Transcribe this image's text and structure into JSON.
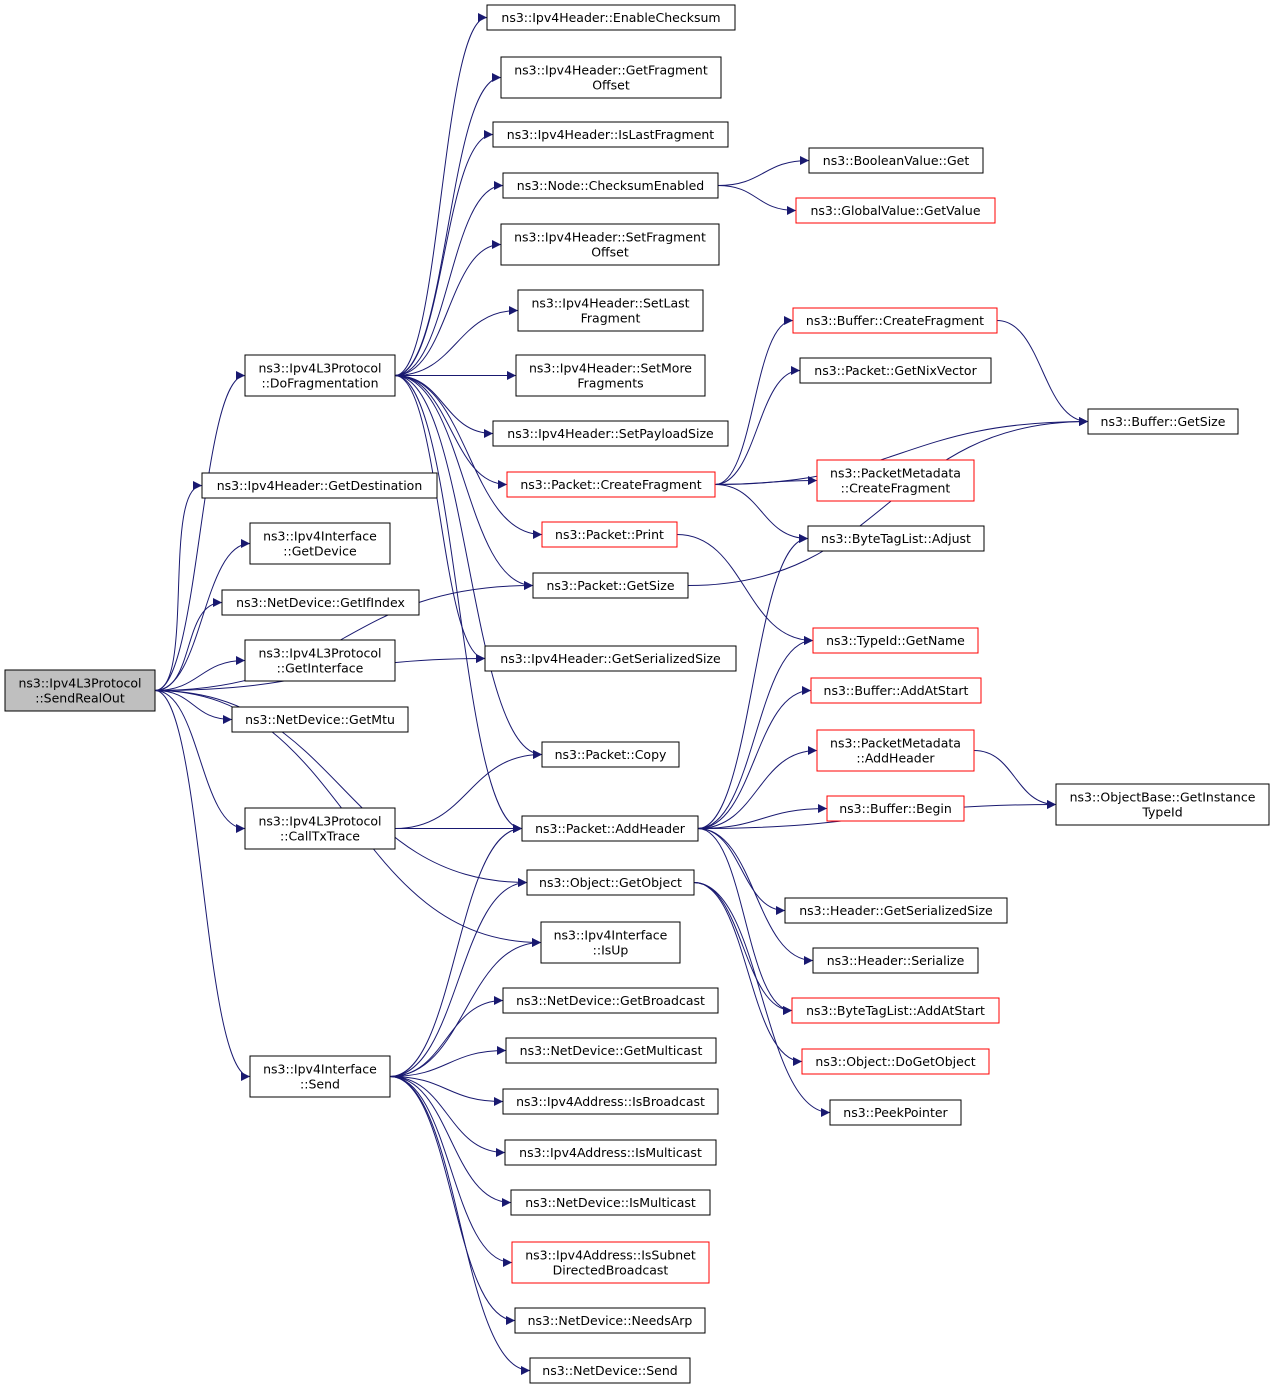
{
  "colors": {
    "edge": "#191970",
    "node_border": "#000000",
    "node_border_incomplete": "#ff0000",
    "root_fill": "#bfbfbf",
    "node_fill": "#ffffff"
  },
  "nodes": [
    {
      "id": "root",
      "label": [
        "ns3::Ipv4L3Protocol",
        "::SendRealOut"
      ],
      "incomplete": false,
      "root": true
    },
    {
      "id": "dofrag",
      "label": [
        "ns3::Ipv4L3Protocol",
        "::DoFragmentation"
      ],
      "incomplete": false
    },
    {
      "id": "getdest",
      "label": [
        "ns3::Ipv4Header::GetDestination"
      ],
      "incomplete": false
    },
    {
      "id": "ifgetdev",
      "label": [
        "ns3::Ipv4Interface",
        "::GetDevice"
      ],
      "incomplete": false
    },
    {
      "id": "getifindex",
      "label": [
        "ns3::NetDevice::GetIfIndex"
      ],
      "incomplete": false
    },
    {
      "id": "getiface",
      "label": [
        "ns3::Ipv4L3Protocol",
        "::GetInterface"
      ],
      "incomplete": false
    },
    {
      "id": "getmtu",
      "label": [
        "ns3::NetDevice::GetMtu"
      ],
      "incomplete": false
    },
    {
      "id": "calltx",
      "label": [
        "ns3::Ipv4L3Protocol",
        "::CallTxTrace"
      ],
      "incomplete": false
    },
    {
      "id": "ifsend",
      "label": [
        "ns3::Ipv4Interface",
        "::Send"
      ],
      "incomplete": false
    },
    {
      "id": "enchk",
      "label": [
        "ns3::Ipv4Header::EnableChecksum"
      ],
      "incomplete": false
    },
    {
      "id": "getfragoff",
      "label": [
        "ns3::Ipv4Header::GetFragment",
        "Offset"
      ],
      "incomplete": false
    },
    {
      "id": "islastfrag",
      "label": [
        "ns3::Ipv4Header::IsLastFragment"
      ],
      "incomplete": false
    },
    {
      "id": "chkenabled",
      "label": [
        "ns3::Node::ChecksumEnabled"
      ],
      "incomplete": false
    },
    {
      "id": "setfragoff",
      "label": [
        "ns3::Ipv4Header::SetFragment",
        "Offset"
      ],
      "incomplete": false
    },
    {
      "id": "setlast",
      "label": [
        "ns3::Ipv4Header::SetLast",
        "Fragment"
      ],
      "incomplete": false
    },
    {
      "id": "setmore",
      "label": [
        "ns3::Ipv4Header::SetMore",
        "Fragments"
      ],
      "incomplete": false
    },
    {
      "id": "setpayload",
      "label": [
        "ns3::Ipv4Header::SetPayloadSize"
      ],
      "incomplete": false
    },
    {
      "id": "pktcreatefrag",
      "label": [
        "ns3::Packet::CreateFragment"
      ],
      "incomplete": true
    },
    {
      "id": "pktprint",
      "label": [
        "ns3::Packet::Print"
      ],
      "incomplete": true
    },
    {
      "id": "pktgetsize",
      "label": [
        "ns3::Packet::GetSize"
      ],
      "incomplete": false
    },
    {
      "id": "hdrgetser",
      "label": [
        "ns3::Ipv4Header::GetSerializedSize"
      ],
      "incomplete": false
    },
    {
      "id": "pktcopy",
      "label": [
        "ns3::Packet::Copy"
      ],
      "incomplete": false
    },
    {
      "id": "pktaddhdr",
      "label": [
        "ns3::Packet::AddHeader"
      ],
      "incomplete": false
    },
    {
      "id": "objgetobj",
      "label": [
        "ns3::Object::GetObject"
      ],
      "incomplete": false
    },
    {
      "id": "ifisup",
      "label": [
        "ns3::Ipv4Interface",
        "::IsUp"
      ],
      "incomplete": false
    },
    {
      "id": "getbcast",
      "label": [
        "ns3::NetDevice::GetBroadcast"
      ],
      "incomplete": false
    },
    {
      "id": "getmcast",
      "label": [
        "ns3::NetDevice::GetMulticast"
      ],
      "incomplete": false
    },
    {
      "id": "addrisbcast",
      "label": [
        "ns3::Ipv4Address::IsBroadcast"
      ],
      "incomplete": false
    },
    {
      "id": "addrismcast",
      "label": [
        "ns3::Ipv4Address::IsMulticast"
      ],
      "incomplete": false
    },
    {
      "id": "devismcast",
      "label": [
        "ns3::NetDevice::IsMulticast"
      ],
      "incomplete": false
    },
    {
      "id": "issubnet",
      "label": [
        "ns3::Ipv4Address::IsSubnet",
        "DirectedBroadcast"
      ],
      "incomplete": true
    },
    {
      "id": "needsarp",
      "label": [
        "ns3::NetDevice::NeedsArp"
      ],
      "incomplete": false
    },
    {
      "id": "devsend",
      "label": [
        "ns3::NetDevice::Send"
      ],
      "incomplete": false
    },
    {
      "id": "boolget",
      "label": [
        "ns3::BooleanValue::Get"
      ],
      "incomplete": false
    },
    {
      "id": "gvgetvalue",
      "label": [
        "ns3::GlobalValue::GetValue"
      ],
      "incomplete": true
    },
    {
      "id": "bufcreatefrag",
      "label": [
        "ns3::Buffer::CreateFragment"
      ],
      "incomplete": true
    },
    {
      "id": "getnix",
      "label": [
        "ns3::Packet::GetNixVector"
      ],
      "incomplete": false
    },
    {
      "id": "bufgetsize",
      "label": [
        "ns3::Buffer::GetSize"
      ],
      "incomplete": false
    },
    {
      "id": "pmcreatefrag",
      "label": [
        "ns3::PacketMetadata",
        "::CreateFragment"
      ],
      "incomplete": true
    },
    {
      "id": "btladjust",
      "label": [
        "ns3::ByteTagList::Adjust"
      ],
      "incomplete": false
    },
    {
      "id": "typegetname",
      "label": [
        "ns3::TypeId::GetName"
      ],
      "incomplete": true
    },
    {
      "id": "bufaddatstart",
      "label": [
        "ns3::Buffer::AddAtStart"
      ],
      "incomplete": true
    },
    {
      "id": "pmaddhdr",
      "label": [
        "ns3::PacketMetadata",
        "::AddHeader"
      ],
      "incomplete": true
    },
    {
      "id": "bufbegin",
      "label": [
        "ns3::Buffer::Begin"
      ],
      "incomplete": true
    },
    {
      "id": "objbasetid",
      "label": [
        "ns3::ObjectBase::GetInstance",
        "TypeId"
      ],
      "incomplete": false
    },
    {
      "id": "hdrgetser2",
      "label": [
        "ns3::Header::GetSerializedSize"
      ],
      "incomplete": false
    },
    {
      "id": "hdrserialize",
      "label": [
        "ns3::Header::Serialize"
      ],
      "incomplete": false
    },
    {
      "id": "btladdatstart",
      "label": [
        "ns3::ByteTagList::AddAtStart"
      ],
      "incomplete": true
    },
    {
      "id": "objdogetobj",
      "label": [
        "ns3::Object::DoGetObject"
      ],
      "incomplete": true
    },
    {
      "id": "peekptr",
      "label": [
        "ns3::PeekPointer"
      ],
      "incomplete": false
    }
  ],
  "edges": [
    {
      "from": "root",
      "to": "dofrag"
    },
    {
      "from": "root",
      "to": "getdest"
    },
    {
      "from": "root",
      "to": "ifgetdev"
    },
    {
      "from": "root",
      "to": "getifindex"
    },
    {
      "from": "root",
      "to": "getiface"
    },
    {
      "from": "root",
      "to": "getmtu"
    },
    {
      "from": "root",
      "to": "calltx"
    },
    {
      "from": "root",
      "to": "ifsend"
    },
    {
      "from": "root",
      "to": "pktgetsize"
    },
    {
      "from": "root",
      "to": "hdrgetser"
    },
    {
      "from": "root",
      "to": "objgetobj"
    },
    {
      "from": "root",
      "to": "ifisup"
    },
    {
      "from": "dofrag",
      "to": "enchk"
    },
    {
      "from": "dofrag",
      "to": "getfragoff"
    },
    {
      "from": "dofrag",
      "to": "islastfrag"
    },
    {
      "from": "dofrag",
      "to": "chkenabled"
    },
    {
      "from": "dofrag",
      "to": "setfragoff"
    },
    {
      "from": "dofrag",
      "to": "setlast"
    },
    {
      "from": "dofrag",
      "to": "setmore"
    },
    {
      "from": "dofrag",
      "to": "setpayload"
    },
    {
      "from": "dofrag",
      "to": "pktcreatefrag"
    },
    {
      "from": "dofrag",
      "to": "pktprint"
    },
    {
      "from": "dofrag",
      "to": "pktgetsize"
    },
    {
      "from": "dofrag",
      "to": "hdrgetser"
    },
    {
      "from": "dofrag",
      "to": "pktcopy"
    },
    {
      "from": "dofrag",
      "to": "pktaddhdr"
    },
    {
      "from": "calltx",
      "to": "pktcopy"
    },
    {
      "from": "calltx",
      "to": "pktaddhdr"
    },
    {
      "from": "ifsend",
      "to": "pktaddhdr"
    },
    {
      "from": "ifsend",
      "to": "objgetobj"
    },
    {
      "from": "ifsend",
      "to": "ifisup"
    },
    {
      "from": "ifsend",
      "to": "getbcast"
    },
    {
      "from": "ifsend",
      "to": "getmcast"
    },
    {
      "from": "ifsend",
      "to": "addrisbcast"
    },
    {
      "from": "ifsend",
      "to": "addrismcast"
    },
    {
      "from": "ifsend",
      "to": "devismcast"
    },
    {
      "from": "ifsend",
      "to": "issubnet"
    },
    {
      "from": "ifsend",
      "to": "needsarp"
    },
    {
      "from": "ifsend",
      "to": "devsend"
    },
    {
      "from": "chkenabled",
      "to": "boolget"
    },
    {
      "from": "chkenabled",
      "to": "gvgetvalue"
    },
    {
      "from": "pktcreatefrag",
      "to": "bufcreatefrag"
    },
    {
      "from": "pktcreatefrag",
      "to": "getnix"
    },
    {
      "from": "pktcreatefrag",
      "to": "bufgetsize"
    },
    {
      "from": "pktcreatefrag",
      "to": "pmcreatefrag"
    },
    {
      "from": "pktcreatefrag",
      "to": "btladjust"
    },
    {
      "from": "bufcreatefrag",
      "to": "bufgetsize"
    },
    {
      "from": "pktprint",
      "to": "typegetname"
    },
    {
      "from": "pktgetsize",
      "to": "bufgetsize"
    },
    {
      "from": "pktaddhdr",
      "to": "btladjust"
    },
    {
      "from": "pktaddhdr",
      "to": "typegetname"
    },
    {
      "from": "pktaddhdr",
      "to": "bufaddatstart"
    },
    {
      "from": "pktaddhdr",
      "to": "pmaddhdr"
    },
    {
      "from": "pktaddhdr",
      "to": "bufbegin"
    },
    {
      "from": "pktaddhdr",
      "to": "objbasetid"
    },
    {
      "from": "pktaddhdr",
      "to": "hdrgetser2"
    },
    {
      "from": "pktaddhdr",
      "to": "hdrserialize"
    },
    {
      "from": "pktaddhdr",
      "to": "btladdatstart"
    },
    {
      "from": "pmaddhdr",
      "to": "objbasetid"
    },
    {
      "from": "objgetobj",
      "to": "btladdatstart"
    },
    {
      "from": "objgetobj",
      "to": "objdogetobj"
    },
    {
      "from": "objgetobj",
      "to": "peekptr"
    }
  ]
}
